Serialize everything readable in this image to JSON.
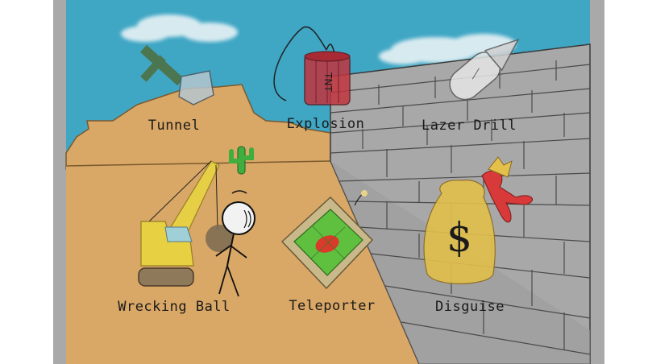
{
  "options": {
    "tunnel": {
      "label": "Tunnel",
      "icon": "shovel-icon"
    },
    "explosion": {
      "label": "Explosion",
      "icon": "dynamite-icon"
    },
    "lazer_drill": {
      "label": "Lazer Drill",
      "icon": "drill-icon"
    },
    "wrecking_ball": {
      "label": "Wrecking Ball",
      "icon": "crane-icon"
    },
    "teleporter": {
      "label": "Teleporter",
      "icon": "teleporter-pad-icon"
    },
    "disguise": {
      "label": "Disguise",
      "icon": "money-bag-icon"
    }
  },
  "dynamite_text": "TNT",
  "bag_symbol": "$",
  "colors": {
    "sky": "#3fa6c4",
    "sand": "#d9a766",
    "wall": "#a8a8a8",
    "frame": "#a9a9a9",
    "crane": "#e9d640",
    "tnt": "#c0343f",
    "teleporter_pad": "#5fbf3f",
    "bag": "#e2c04a"
  }
}
